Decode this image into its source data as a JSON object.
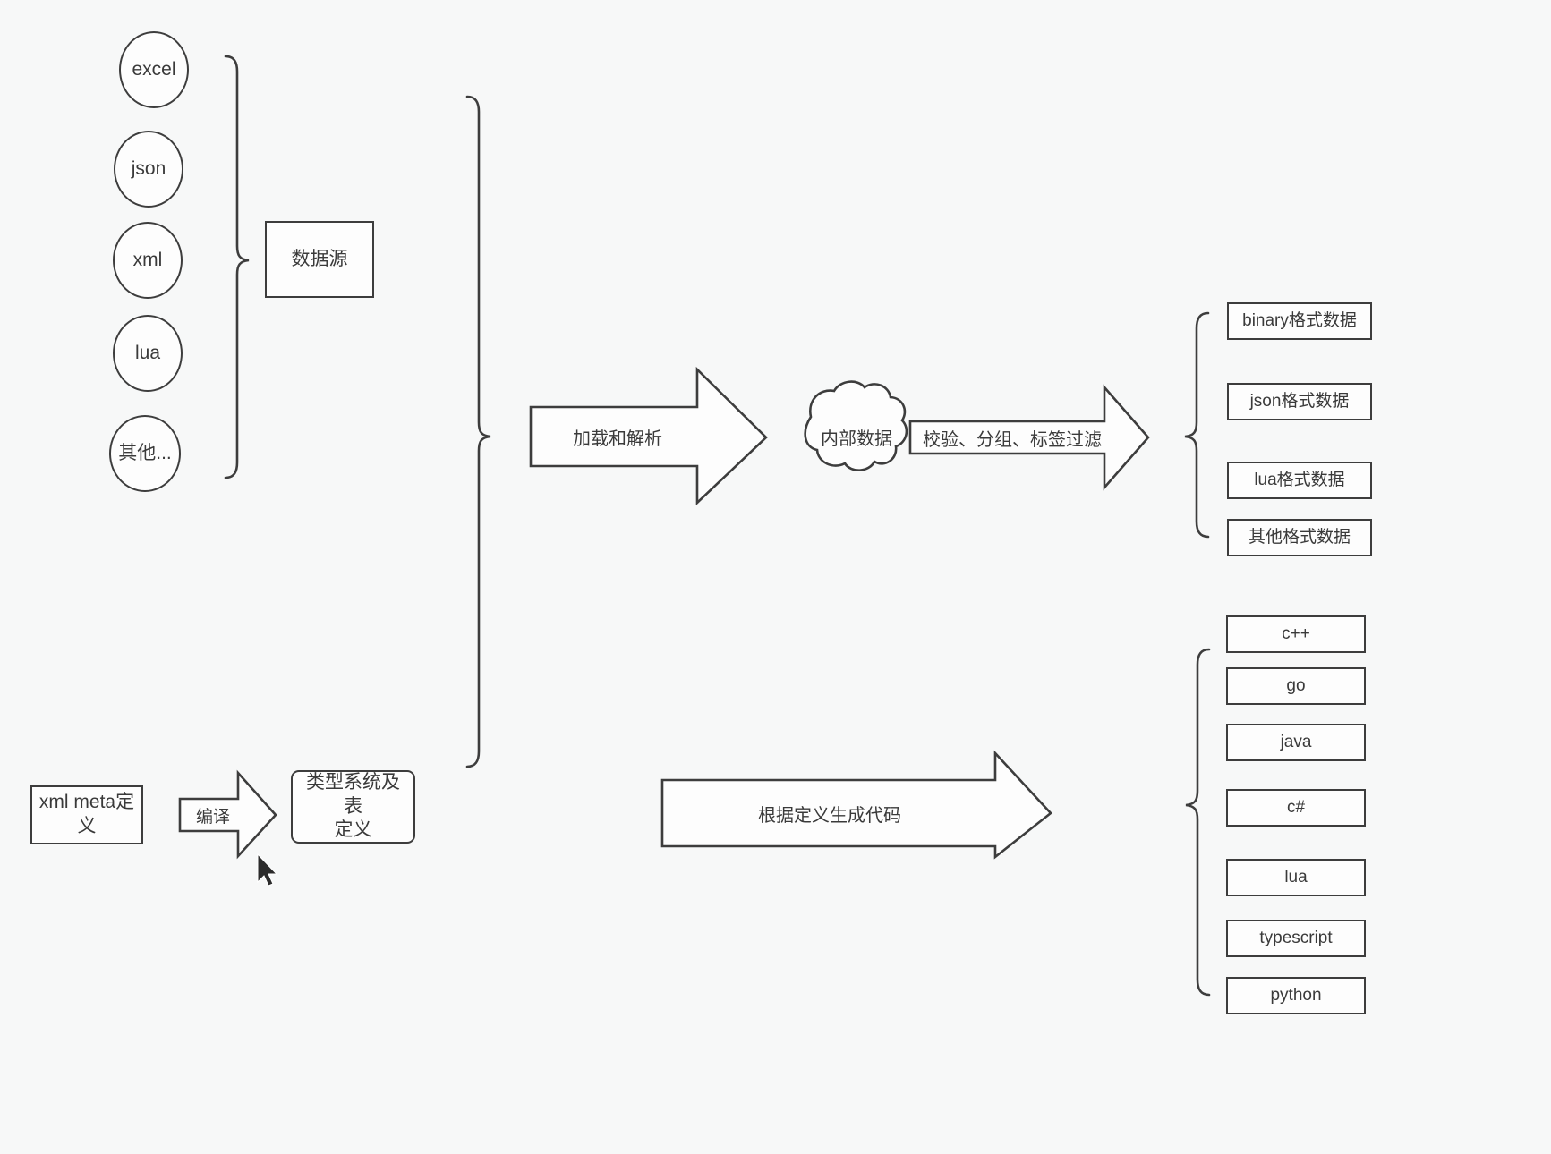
{
  "diagram": {
    "title": "data pipeline diagram",
    "background_color": "#f7f8f8",
    "stroke_color": "#3d3d3d",
    "fill_color": "#fdfdfd",
    "text_color": "#3a3a3a"
  },
  "sources": {
    "group_label": "数据源",
    "items": [
      {
        "label": "excel"
      },
      {
        "label": "json"
      },
      {
        "label": "xml"
      },
      {
        "label": "lua"
      },
      {
        "label": "其他..."
      }
    ]
  },
  "meta": {
    "definition_box": "xml meta定义",
    "compile_arrow": "编译",
    "type_system_box": "类型系统及表\n定义"
  },
  "pipeline": {
    "load_arrow": "加载和解析",
    "internal_data": "内部数据",
    "filter_arrow": "校验、分组、标签过滤",
    "codegen_arrow": "根据定义生成代码"
  },
  "outputs": {
    "formats": [
      {
        "label": "binary格式数据"
      },
      {
        "label": "json格式数据"
      },
      {
        "label": "lua格式数据"
      },
      {
        "label": "其他格式数据"
      }
    ],
    "languages": [
      {
        "label": "c++"
      },
      {
        "label": "go"
      },
      {
        "label": "java"
      },
      {
        "label": "c#"
      },
      {
        "label": "lua"
      },
      {
        "label": "typescript"
      },
      {
        "label": "python"
      }
    ]
  }
}
